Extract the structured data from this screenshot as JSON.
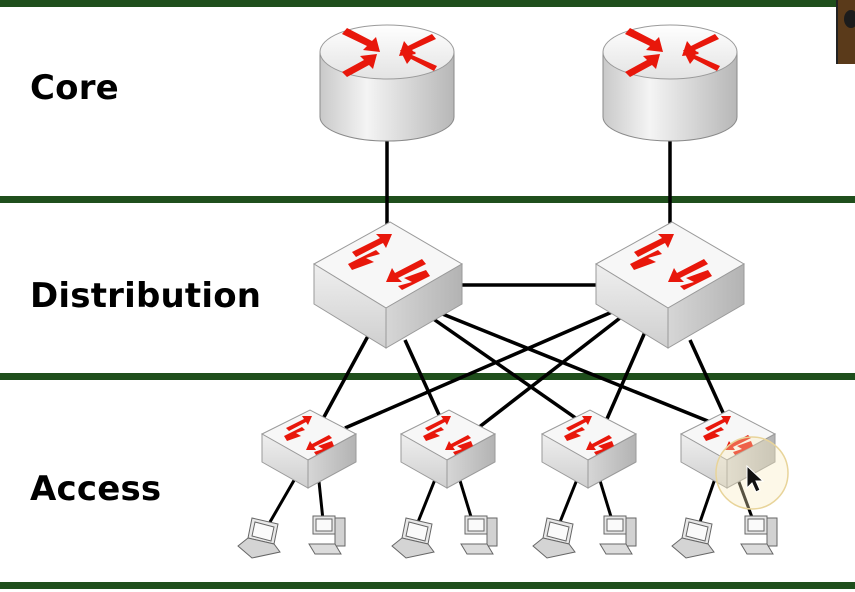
{
  "tiers": {
    "core": "Core",
    "distribution": "Distribution",
    "access": "Access"
  },
  "colors": {
    "band": "#1f4f1c",
    "arrow": "#e8170b",
    "link": "#000000",
    "device_face": "#f2f2f2",
    "device_shadow": "#b5b5b5"
  },
  "icons": {
    "core": "router-icon",
    "distribution": "multilayer-switch-icon",
    "access": "workgroup-switch-icon",
    "endpoints": [
      "laptop-icon",
      "desktop-pc-icon"
    ]
  }
}
